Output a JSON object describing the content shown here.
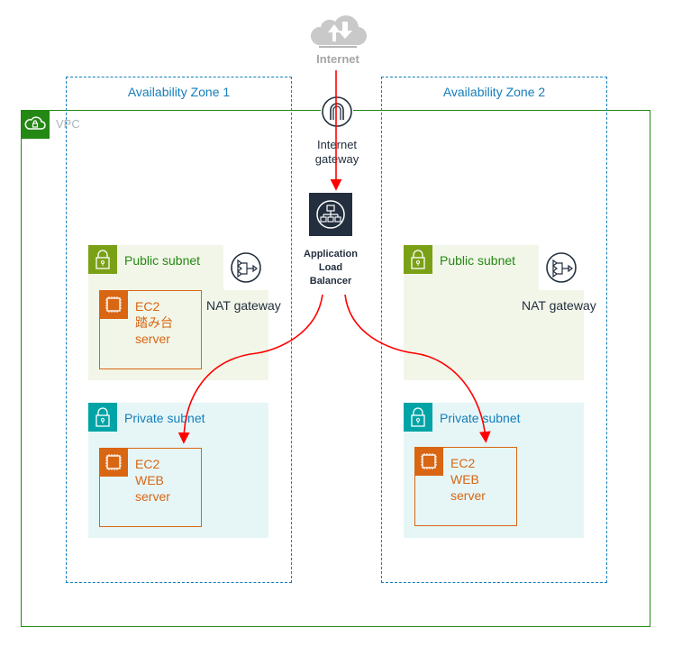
{
  "internet": {
    "label": "Internet",
    "icon": "cloud-updown-icon"
  },
  "vpc": {
    "label": "VPC",
    "icon": "vpc-cloud-lock-icon",
    "color": "#248814"
  },
  "internet_gateway": {
    "label_line1": "Internet",
    "label_line2": "gateway",
    "icon": "internet-gateway-icon"
  },
  "alb": {
    "label_line1": "Application",
    "label_line2": "Load",
    "label_line3": "Balancer",
    "icon": "load-balancer-icon"
  },
  "zones": [
    {
      "label": "Availability Zone 1",
      "public_subnet": {
        "label": "Public subnet",
        "nat_label": "NAT gateway",
        "ec2": {
          "line1": "EC2",
          "line2": "踏み台",
          "line3": "server"
        }
      },
      "private_subnet": {
        "label": "Private subnet",
        "ec2": {
          "line1": "EC2",
          "line2": "WEB",
          "line3": "server"
        }
      }
    },
    {
      "label": "Availability Zone 2",
      "public_subnet": {
        "label": "Public subnet",
        "nat_label": "NAT gateway"
      },
      "private_subnet": {
        "label": "Private subnet",
        "ec2": {
          "line1": "EC2",
          "line2": "WEB",
          "line3": "server"
        }
      }
    }
  ],
  "colors": {
    "vpc_border": "#248814",
    "az_border": "#147eba",
    "public_subnet_bg": "#f2f6e8",
    "private_subnet_bg": "#e6f6f7",
    "ec2_orange": "#d86613",
    "arrow_red": "#ff0000"
  }
}
